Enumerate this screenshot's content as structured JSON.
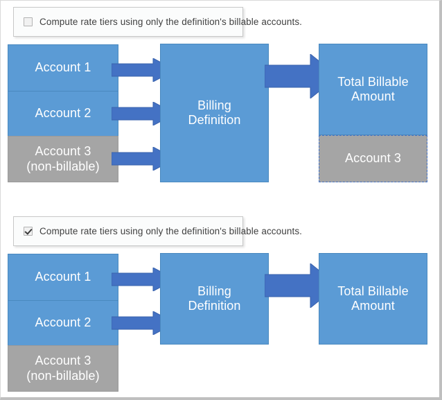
{
  "page": {
    "title": "Billing rate tier computation diagram",
    "background": "#ffffff"
  },
  "colors": {
    "box_blue": "#5B9BD5",
    "arrow_blue": "#4472C4",
    "box_gray": "#A5A5A5",
    "panel_background": "#fbfcfc",
    "panel_border": "#c8c8c8",
    "text_on_shape": "#ffffff",
    "label_text": "#404040"
  },
  "diagrams": [
    {
      "id": "unchecked-scenario",
      "option": {
        "label": "Compute rate tiers using only the definition's billable accounts.",
        "checked": false,
        "checkbox_icon": "checkbox-unchecked-icon"
      },
      "accounts": [
        {
          "name": "Account 1",
          "sub": "",
          "billable": true,
          "has_arrow": true
        },
        {
          "name": "Account 2",
          "sub": "",
          "billable": true,
          "has_arrow": true
        },
        {
          "name": "Account 3",
          "sub": "(non-billable)",
          "billable": false,
          "has_arrow": true
        }
      ],
      "definition": {
        "line1": "Billing",
        "line2": "Definition"
      },
      "result": {
        "line1": "Total Billable",
        "line2": "Amount",
        "excluded_block": {
          "label": "Account 3",
          "style": "dashed-gray",
          "visible": true
        }
      },
      "main_arrow_label": "main-flow-arrow"
    },
    {
      "id": "checked-scenario",
      "option": {
        "label": "Compute rate tiers using only the definition's billable accounts.",
        "checked": true,
        "checkbox_icon": "checkbox-checked-icon"
      },
      "accounts": [
        {
          "name": "Account 1",
          "sub": "",
          "billable": true,
          "has_arrow": true
        },
        {
          "name": "Account 2",
          "sub": "",
          "billable": true,
          "has_arrow": true
        },
        {
          "name": "Account 3",
          "sub": "(non-billable)",
          "billable": false,
          "has_arrow": false
        }
      ],
      "definition": {
        "line1": "Billing",
        "line2": "Definition"
      },
      "result": {
        "line1": "Total Billable",
        "line2": "Amount",
        "excluded_block": {
          "label": "",
          "style": "none",
          "visible": false
        }
      },
      "main_arrow_label": "main-flow-arrow"
    }
  ]
}
